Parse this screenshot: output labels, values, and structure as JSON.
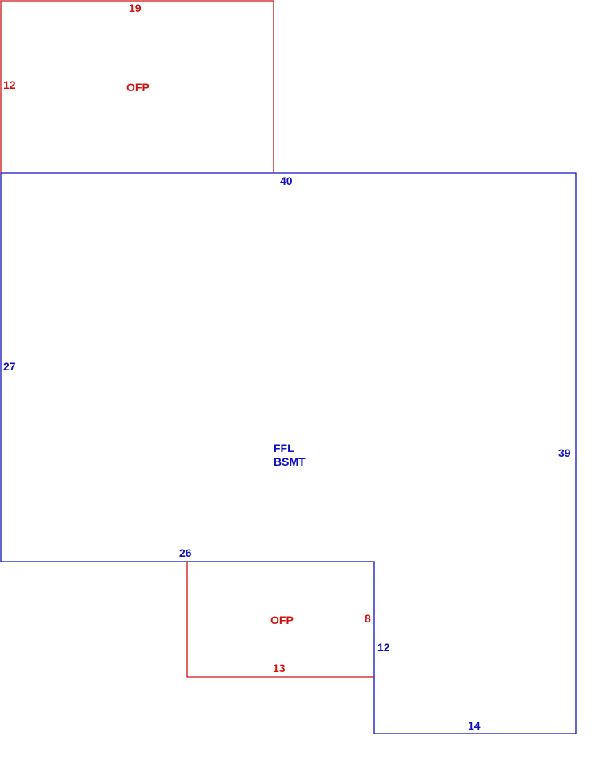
{
  "colors": {
    "main_outline": "#1010c0",
    "porch_outline": "#d01010"
  },
  "porch_top": {
    "label": "OFP",
    "dim_top": "19",
    "dim_left": "12"
  },
  "main": {
    "label_line1": "FFL",
    "label_line2": "BSMT",
    "dim_top": "40",
    "dim_left": "27",
    "dim_right": "39",
    "dim_step": "26",
    "dim_inner": "12",
    "dim_bottom": "14"
  },
  "porch_bottom": {
    "label": "OFP",
    "dim_right": "8",
    "dim_bottom": "13"
  }
}
